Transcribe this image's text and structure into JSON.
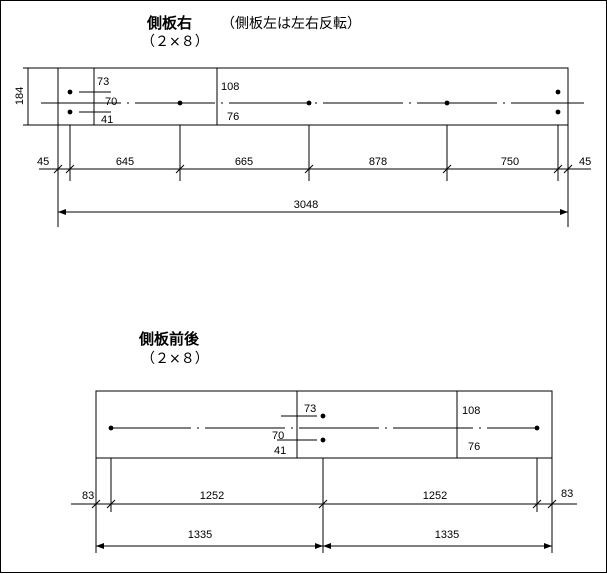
{
  "panel1": {
    "title": "側板右",
    "note": "（側板左は左右反転）",
    "size": "（２×８）",
    "height_label": "184",
    "hole_offsets": {
      "top": "73",
      "center": "70",
      "bottom": "41"
    },
    "right_side": {
      "top": "108",
      "bottom": "76"
    },
    "segments": [
      "45",
      "645",
      "665",
      "878",
      "750",
      "45"
    ],
    "total": "3048"
  },
  "panel2": {
    "title": "側板前後",
    "size": "（２×８）",
    "hole_offsets": {
      "top": "73",
      "center": "70",
      "bottom": "41"
    },
    "right_side": {
      "top": "108",
      "bottom": "76"
    },
    "segments": [
      "83",
      "1252",
      "1252",
      "83"
    ],
    "halves": [
      "1335",
      "1335"
    ]
  }
}
